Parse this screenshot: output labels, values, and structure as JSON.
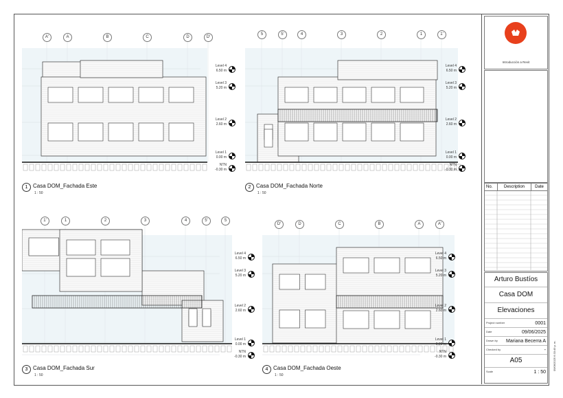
{
  "views": [
    {
      "number": "1",
      "title": "Casa DOM_Fachada Este",
      "scale": "1 : 50",
      "grids": [
        "A'",
        "A",
        "B",
        "C",
        "D",
        "D'"
      ]
    },
    {
      "number": "2",
      "title": "Casa DOM_Fachada Norte",
      "scale": "1 : 50",
      "grids": [
        "5",
        "5'",
        "4",
        "3",
        "2",
        "1",
        "1'"
      ]
    },
    {
      "number": "3",
      "title": "Casa DOM_Fachada Sur",
      "scale": "1 : 50",
      "grids": [
        "1'",
        "1",
        "2",
        "3",
        "4",
        "5'",
        "5"
      ]
    },
    {
      "number": "4",
      "title": "Casa DOM_Fachada Oeste",
      "scale": "1 : 50",
      "grids": [
        "D'",
        "D",
        "C",
        "B",
        "A",
        "A'"
      ]
    }
  ],
  "levels": [
    {
      "name": "Level 4",
      "elev": "6.50 m"
    },
    {
      "name": "Level 3",
      "elev": "5.20 m"
    },
    {
      "name": "Level 2",
      "elev": "2.60 m"
    },
    {
      "name": "Level 1",
      "elev": "0.00 m"
    },
    {
      "name": "NTN",
      "elev": "-0.30 m"
    }
  ],
  "titleblock": {
    "logo_caption": "Introducción a Revit",
    "rev_headers": [
      "No.",
      "Description",
      "Date"
    ],
    "client": "Arturo Bustíos",
    "project": "Casa DOM",
    "sheet_name": "Elevaciones",
    "fields": [
      {
        "k": "Project number",
        "v": "0001"
      },
      {
        "k": "Date",
        "v": "09/06/2025"
      },
      {
        "k": "Drawn by",
        "v": "Mariana Becerra A"
      },
      {
        "k": "Checked by",
        "v": "-"
      }
    ],
    "sheet_number": "A05",
    "scale_label": "Scale",
    "scale": "1 : 50",
    "timestamp": "09/06/2025 6:33:49 p. m."
  },
  "colors": {
    "logo": "#e8401c",
    "sky": "#eef5f8"
  }
}
